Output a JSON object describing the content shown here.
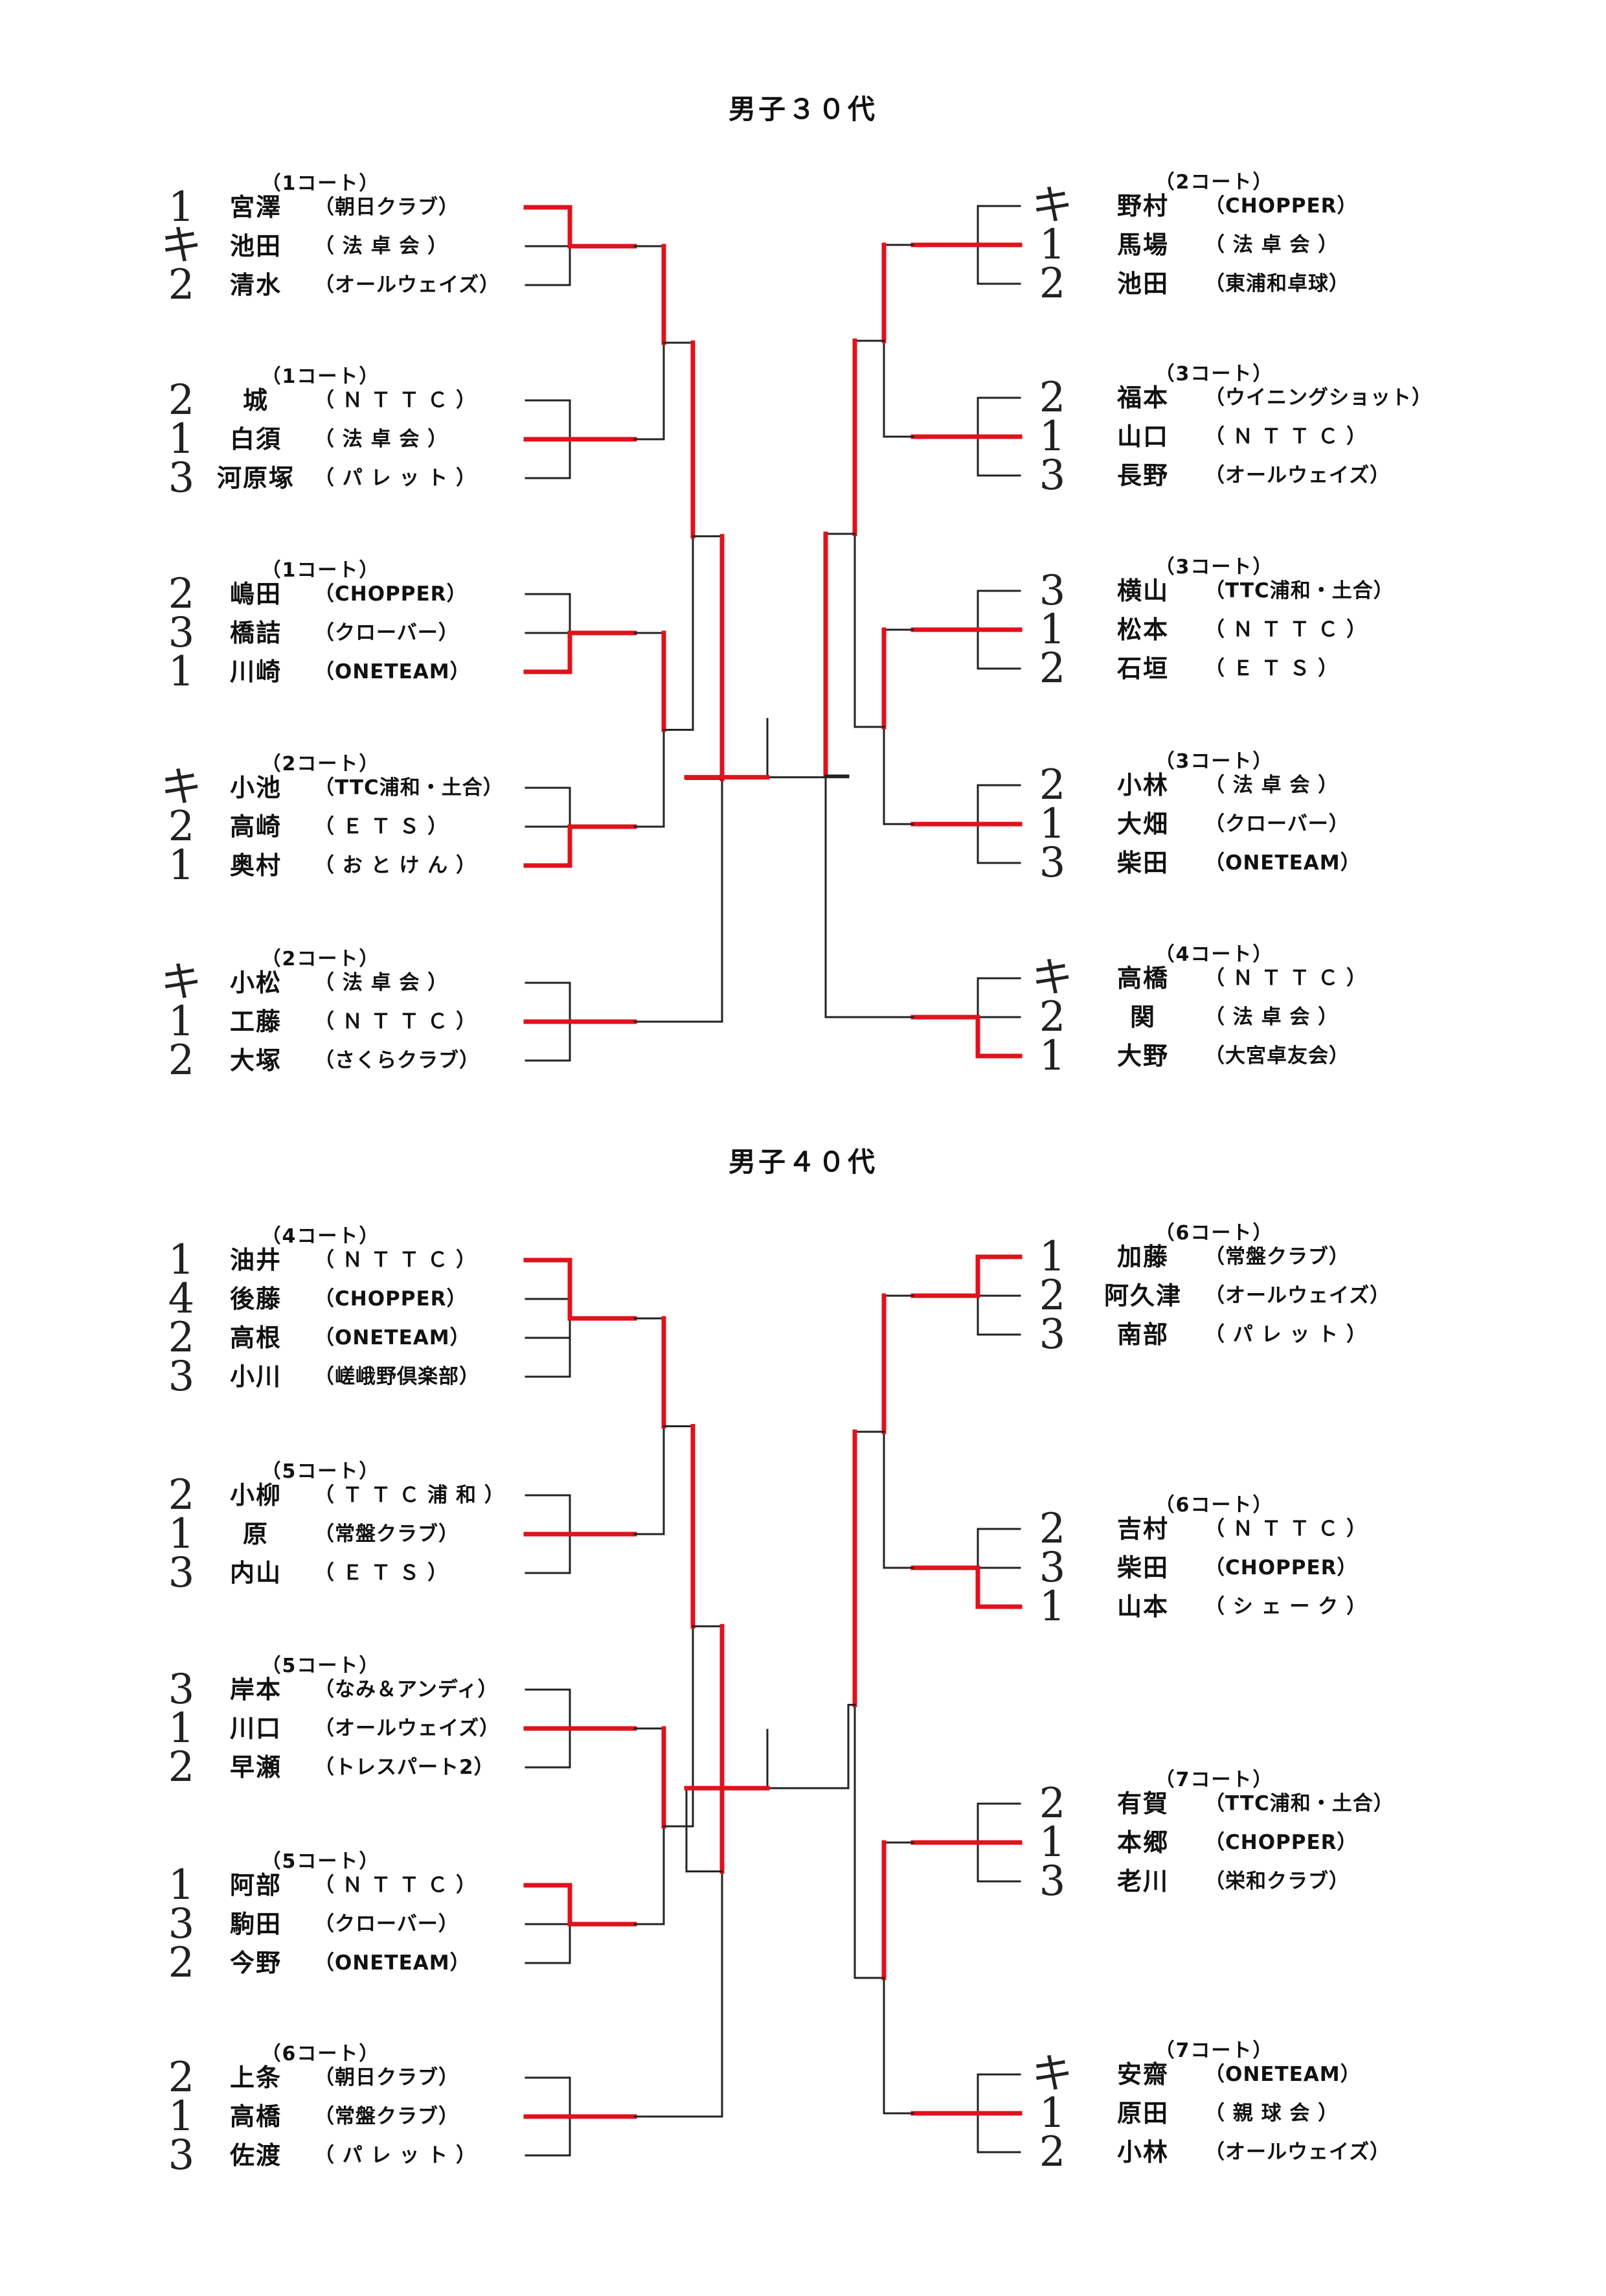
{
  "sections": [
    {
      "title": "男子３０代",
      "groups": [
        {
          "court": "（1コート）",
          "players": [
            {
              "mark": "1",
              "name": "宮澤",
              "club": "（朝日クラブ）"
            },
            {
              "mark": "キ",
              "name": "池田",
              "club": "（ 法 卓 会 ）"
            },
            {
              "mark": "2",
              "name": "清水",
              "club": "（オールウェイズ）"
            }
          ]
        },
        {
          "court": "（1コート）",
          "players": [
            {
              "mark": "2",
              "name": "城",
              "club": "（ Ｎ Ｔ Ｔ Ｃ ）"
            },
            {
              "mark": "1",
              "name": "白須",
              "club": "（ 法 卓 会 ）"
            },
            {
              "mark": "3",
              "name": "河原塚",
              "club": "（ パ レ ッ ト ）"
            }
          ]
        },
        {
          "court": "（1コート）",
          "players": [
            {
              "mark": "2",
              "name": "嶋田",
              "club": "（CHOPPER）"
            },
            {
              "mark": "3",
              "name": "橋詰",
              "club": "（クローバー）"
            },
            {
              "mark": "1",
              "name": "川崎",
              "club": "（ONETEAM）"
            }
          ]
        },
        {
          "court": "（2コート）",
          "players": [
            {
              "mark": "キ",
              "name": "小池",
              "club": "（TTC浦和・土合）"
            },
            {
              "mark": "2",
              "name": "高崎",
              "club": "（ Ｅ Ｔ Ｓ ）"
            },
            {
              "mark": "1",
              "name": "奥村",
              "club": "（ お と け ん ）"
            }
          ]
        },
        {
          "court": "（2コート）",
          "players": [
            {
              "mark": "キ",
              "name": "小松",
              "club": "（ 法 卓 会 ）"
            },
            {
              "mark": "1",
              "name": "工藤",
              "club": "（ Ｎ Ｔ Ｔ Ｃ ）"
            },
            {
              "mark": "2",
              "name": "大塚",
              "club": "（さくらクラブ）"
            }
          ]
        },
        {
          "court": "（2コート）",
          "players": [
            {
              "mark": "キ",
              "name": "野村",
              "club": "（CHOPPER）"
            },
            {
              "mark": "1",
              "name": "馬場",
              "club": "（ 法 卓 会 ）"
            },
            {
              "mark": "2",
              "name": "池田",
              "club": "（東浦和卓球）"
            }
          ]
        },
        {
          "court": "（3コート）",
          "players": [
            {
              "mark": "2",
              "name": "福本",
              "club": "（ウイニングショット）"
            },
            {
              "mark": "1",
              "name": "山口",
              "club": "（ Ｎ Ｔ Ｔ Ｃ ）"
            },
            {
              "mark": "3",
              "name": "長野",
              "club": "（オールウェイズ）"
            }
          ]
        },
        {
          "court": "（3コート）",
          "players": [
            {
              "mark": "3",
              "name": "横山",
              "club": "（TTC浦和・土合）"
            },
            {
              "mark": "1",
              "name": "松本",
              "club": "（ Ｎ Ｔ Ｔ Ｃ ）"
            },
            {
              "mark": "2",
              "name": "石垣",
              "club": "（ Ｅ Ｔ Ｓ ）"
            }
          ]
        },
        {
          "court": "（3コート）",
          "players": [
            {
              "mark": "2",
              "name": "小林",
              "club": "（ 法 卓 会 ）"
            },
            {
              "mark": "1",
              "name": "大畑",
              "club": "（クローバー）"
            },
            {
              "mark": "3",
              "name": "柴田",
              "club": "（ONETEAM）"
            }
          ]
        },
        {
          "court": "（4コート）",
          "players": [
            {
              "mark": "キ",
              "name": "高橋",
              "club": "（ Ｎ Ｔ Ｔ Ｃ ）"
            },
            {
              "mark": "2",
              "name": "関",
              "club": "（ 法 卓 会 ）"
            },
            {
              "mark": "1",
              "name": "大野",
              "club": "（大宮卓友会）"
            }
          ]
        }
      ]
    },
    {
      "title": "男子４０代",
      "groups": [
        {
          "court": "（4コート）",
          "players": [
            {
              "mark": "1",
              "name": "油井",
              "club": "（ Ｎ Ｔ Ｔ Ｃ ）"
            },
            {
              "mark": "4",
              "name": "後藤",
              "club": "（CHOPPER）"
            },
            {
              "mark": "2",
              "name": "高根",
              "club": "（ONETEAM）"
            },
            {
              "mark": "3",
              "name": "小川",
              "club": "（嵯峨野倶楽部）"
            }
          ]
        },
        {
          "court": "（5コート）",
          "players": [
            {
              "mark": "2",
              "name": "小柳",
              "club": "（ Ｔ Ｔ Ｃ 浦 和 ）"
            },
            {
              "mark": "1",
              "name": "原",
              "club": "（常盤クラブ）"
            },
            {
              "mark": "3",
              "name": "内山",
              "club": "（ Ｅ Ｔ Ｓ ）"
            }
          ]
        },
        {
          "court": "（5コート）",
          "players": [
            {
              "mark": "3",
              "name": "岸本",
              "club": "（なみ＆アンディ）"
            },
            {
              "mark": "1",
              "name": "川口",
              "club": "（オールウェイズ）"
            },
            {
              "mark": "2",
              "name": "早瀬",
              "club": "（トレスパート2）"
            }
          ]
        },
        {
          "court": "（5コート）",
          "players": [
            {
              "mark": "1",
              "name": "阿部",
              "club": "（ Ｎ Ｔ Ｔ Ｃ ）"
            },
            {
              "mark": "3",
              "name": "駒田",
              "club": "（クローバー）"
            },
            {
              "mark": "2",
              "name": "今野",
              "club": "（ONETEAM）"
            }
          ]
        },
        {
          "court": "（6コート）",
          "players": [
            {
              "mark": "2",
              "name": "上条",
              "club": "（朝日クラブ）"
            },
            {
              "mark": "1",
              "name": "高橋",
              "club": "（常盤クラブ）"
            },
            {
              "mark": "3",
              "name": "佐渡",
              "club": "（ パ レ ッ ト ）"
            }
          ]
        },
        {
          "court": "（6コート）",
          "players": [
            {
              "mark": "1",
              "name": "加藤",
              "club": "（常盤クラブ）"
            },
            {
              "mark": "2",
              "name": "阿久津",
              "club": "（オールウェイズ）"
            },
            {
              "mark": "3",
              "name": "南部",
              "club": "（ パ レ ッ ト ）"
            }
          ]
        },
        {
          "court": "（6コート）",
          "players": [
            {
              "mark": "2",
              "name": "吉村",
              "club": "（ Ｎ Ｔ Ｔ Ｃ ）"
            },
            {
              "mark": "3",
              "name": "柴田",
              "club": "（CHOPPER）"
            },
            {
              "mark": "1",
              "name": "山本",
              "club": "（ シ ェ ー ク ）"
            }
          ]
        },
        {
          "court": "（7コート）",
          "players": [
            {
              "mark": "2",
              "name": "有賀",
              "club": "（TTC浦和・土合）"
            },
            {
              "mark": "1",
              "name": "本郷",
              "club": "（CHOPPER）"
            },
            {
              "mark": "3",
              "name": "老川",
              "club": "（栄和クラブ）"
            }
          ]
        },
        {
          "court": "（7コート）",
          "players": [
            {
              "mark": "キ",
              "name": "安齋",
              "club": "（ONETEAM）"
            },
            {
              "mark": "1",
              "name": "原田",
              "club": "（ 親 球 会 ）"
            },
            {
              "mark": "2",
              "name": "小林",
              "club": "（オールウェイズ）"
            }
          ]
        }
      ]
    }
  ],
  "colors": {
    "bracket_line": "#222222",
    "winner_line": "#e0121c"
  }
}
